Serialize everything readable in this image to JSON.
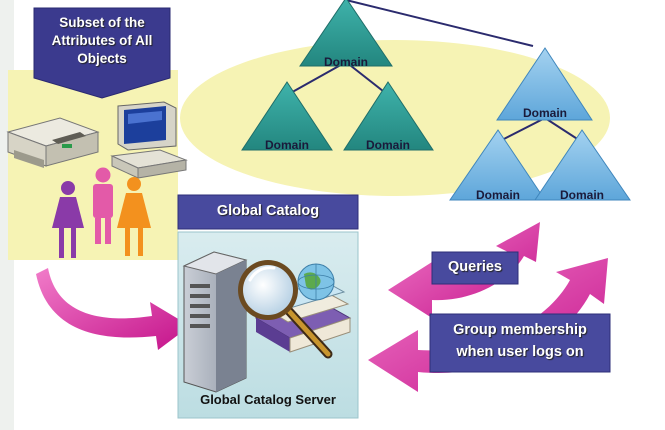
{
  "diagram": {
    "subset_banner": [
      "Subset of the",
      "Attributes of All",
      "Objects"
    ],
    "global_catalog_title": "Global Catalog",
    "server_label": "Global Catalog Server",
    "queries_label": "Queries",
    "group_membership_label": [
      "Group membership",
      "when user logs on"
    ],
    "domains": [
      "Domain",
      "Domain",
      "Domain",
      "Domain",
      "Domain",
      "Domain"
    ]
  },
  "colors": {
    "banner": "#3b3a8e",
    "label_box": "#484a9e",
    "arrow": "#d8209a",
    "triangle_teal": "#2e9e9a",
    "triangle_blue": "#7fbde4",
    "yellow_highlight": "#f6f3b4",
    "catalog_panel": "#cfe6ea",
    "tree_line": "#2b2b6e"
  }
}
